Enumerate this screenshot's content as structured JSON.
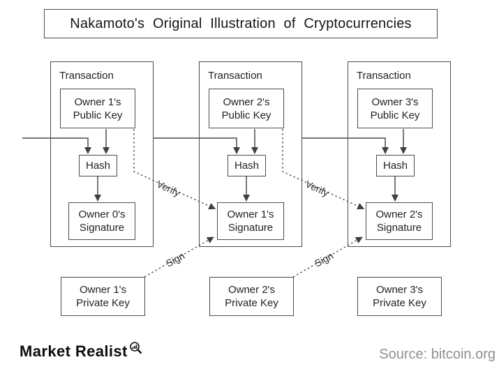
{
  "title": "Nakamoto's Original Illustration of Cryptocurrencies",
  "diagram": {
    "transactions": [
      {
        "label": "Transaction",
        "public_key": [
          "Owner 1's",
          "Public Key"
        ],
        "hash": "Hash",
        "signature": [
          "Owner 0's",
          "Signature"
        ]
      },
      {
        "label": "Transaction",
        "public_key": [
          "Owner 2's",
          "Public Key"
        ],
        "hash": "Hash",
        "signature": [
          "Owner 1's",
          "Signature"
        ]
      },
      {
        "label": "Transaction",
        "public_key": [
          "Owner 3's",
          "Public Key"
        ],
        "hash": "Hash",
        "signature": [
          "Owner 2's",
          "Signature"
        ]
      }
    ],
    "private_keys": [
      [
        "Owner 1's",
        "Private Key"
      ],
      [
        "Owner 2's",
        "Private Key"
      ],
      [
        "Owner 3's",
        "Private Key"
      ]
    ],
    "edge_labels": {
      "verify": "Verify",
      "sign": "Sign"
    }
  },
  "footer": {
    "brand": "Market Realist",
    "source": "Source: bitcoin.org"
  },
  "colors": {
    "bg": "#ffffff",
    "ink": "#1a1a1a",
    "line": "#4a4a4a",
    "muted": "#8f8f8f"
  }
}
